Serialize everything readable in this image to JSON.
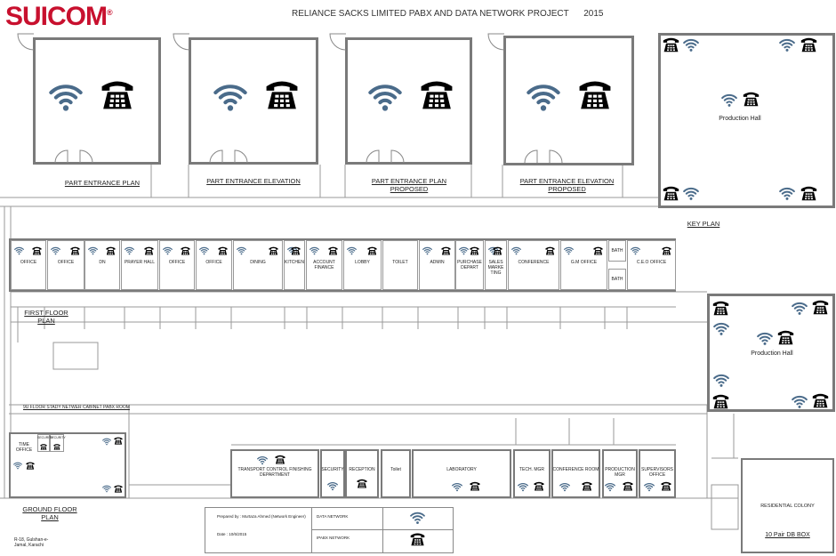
{
  "header": {
    "logo": "SUICOM",
    "logo_mark": "®",
    "title": "RELIANCE SACKS LIMITED PABX AND DATA NETWORK PROJECT      2015"
  },
  "plans": {
    "p1": "PART ENTRANCE PLAN",
    "p2": "PART ENTRANCE ELEVATION",
    "p3a": "PART ENTRANCE PLAN",
    "p3b": "PROPOSED",
    "p4a": "PART ENTRANCE ELEVATION",
    "p4b": "PROPOSED",
    "key": "KEY PLAN",
    "first": "FIRST FLOOR PLAN",
    "ground": "GROUND FLOOR PLAN"
  },
  "production_hall_top": "Production Hall",
  "production_hall_mid": "Production Hall",
  "first_floor_rooms": [
    "OFFICE",
    "OFFICE",
    "DN",
    "PRAYER HALL",
    "OFFICE",
    "OFFICE",
    "DINING",
    "KITCHEN",
    "ACCOUNT FINANCE",
    "LOBBY",
    "TOILET",
    "ADMIN",
    "PURCHASE DEPART",
    "SALES MARKE TING",
    "CONFERENCE",
    "G.M OFFICE",
    "BATH",
    "BATH",
    "C.E.O OFFICE"
  ],
  "ground": {
    "server_note": "9U FLOOR STADY NETWER CABINET PABX ROOM",
    "time_office": "TIME OFFICE",
    "security_small": "SECURITY",
    "transport": "TRANSPORT CONTROL FINISHING DEPARTMENT",
    "security": "SECURITY",
    "reception": "RECEPTION",
    "toilet": "Toilet",
    "laboratory": "LABORATORY",
    "tech_mgr": "TECH. MGR",
    "conference_room": "CONFERENCE ROOM",
    "production_mgr": "PRODUCTION MGR",
    "supervisors_office": "SUPERVISORS OFFICE",
    "residential": "RESIDENTIAL COLONY",
    "db_box": "10 Pair DB BOX"
  },
  "legend": {
    "prepared_by": "Prepared by : Murtaza Ahmed (Network Engineer)",
    "date": "Date : 10/6/2015",
    "data_network": "DATA NETWORK",
    "ipabx_network": "IPABX NETWORK"
  },
  "address": {
    "line1": "R-18, Gulshan-e-",
    "line2": "Jamal, Karachi"
  },
  "colors": {
    "wifi": "#4a6b8a",
    "phone": "#000000",
    "wall": "#7a7a7a",
    "logo": "#c8102e"
  },
  "icons": {
    "data": "wifi-icon",
    "voice": "telephone-icon"
  }
}
